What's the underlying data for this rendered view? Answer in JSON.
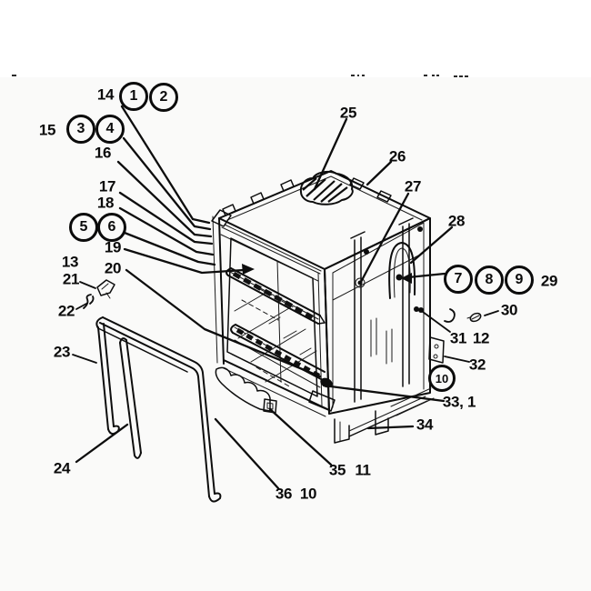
{
  "figure": {
    "type": "exploded-parts-diagram",
    "subject": "Dishwasher tub, door rails and gasket assembly line drawing",
    "ink_color": "#0b0b0b",
    "paper_color": "#ffffff"
  },
  "callouts": {
    "plain": [
      {
        "text": "14"
      },
      {
        "text": "15"
      },
      {
        "text": "16"
      },
      {
        "text": "17"
      },
      {
        "text": "18"
      },
      {
        "text": "19"
      },
      {
        "text": "20"
      },
      {
        "text": "13"
      },
      {
        "text": "21"
      },
      {
        "text": "22"
      },
      {
        "text": "23"
      },
      {
        "text": "24"
      },
      {
        "text": "25"
      },
      {
        "text": "26"
      },
      {
        "text": "27"
      },
      {
        "text": "28"
      },
      {
        "text": "29"
      },
      {
        "text": "30"
      },
      {
        "text": "31"
      },
      {
        "text": "12"
      },
      {
        "text": "32"
      },
      {
        "text": "33, 1"
      },
      {
        "text": "34"
      },
      {
        "text": "35"
      },
      {
        "text": "11"
      },
      {
        "text": "36"
      },
      {
        "text": "10"
      }
    ],
    "circled": [
      {
        "text": "1"
      },
      {
        "text": "2"
      },
      {
        "text": "3"
      },
      {
        "text": "4"
      },
      {
        "text": "5"
      },
      {
        "text": "6"
      },
      {
        "text": "7"
      },
      {
        "text": "8"
      },
      {
        "text": "9"
      },
      {
        "text": "10"
      }
    ]
  }
}
